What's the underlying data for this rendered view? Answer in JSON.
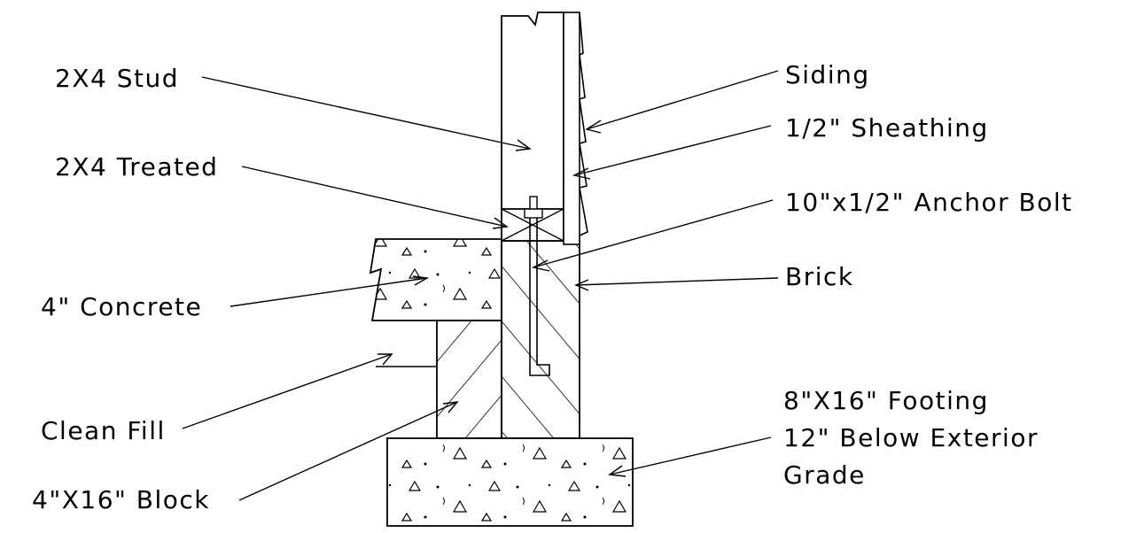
{
  "labels": {
    "stud": "2X4 Stud",
    "treated": "2X4 Treated",
    "concrete": "4\" Concrete",
    "clean_fill": "Clean Fill",
    "block": "4\"X16\" Block",
    "siding": "Siding",
    "sheathing": "1/2\" Sheathing",
    "anchor_bolt": "10\"x1/2\" Anchor Bolt",
    "brick": "Brick",
    "footing_line1": "8\"X16\" Footing",
    "footing_line2": "12\" Below Exterior",
    "footing_line3": "Grade"
  },
  "colors": {
    "line": "#000000",
    "background": "#ffffff"
  }
}
